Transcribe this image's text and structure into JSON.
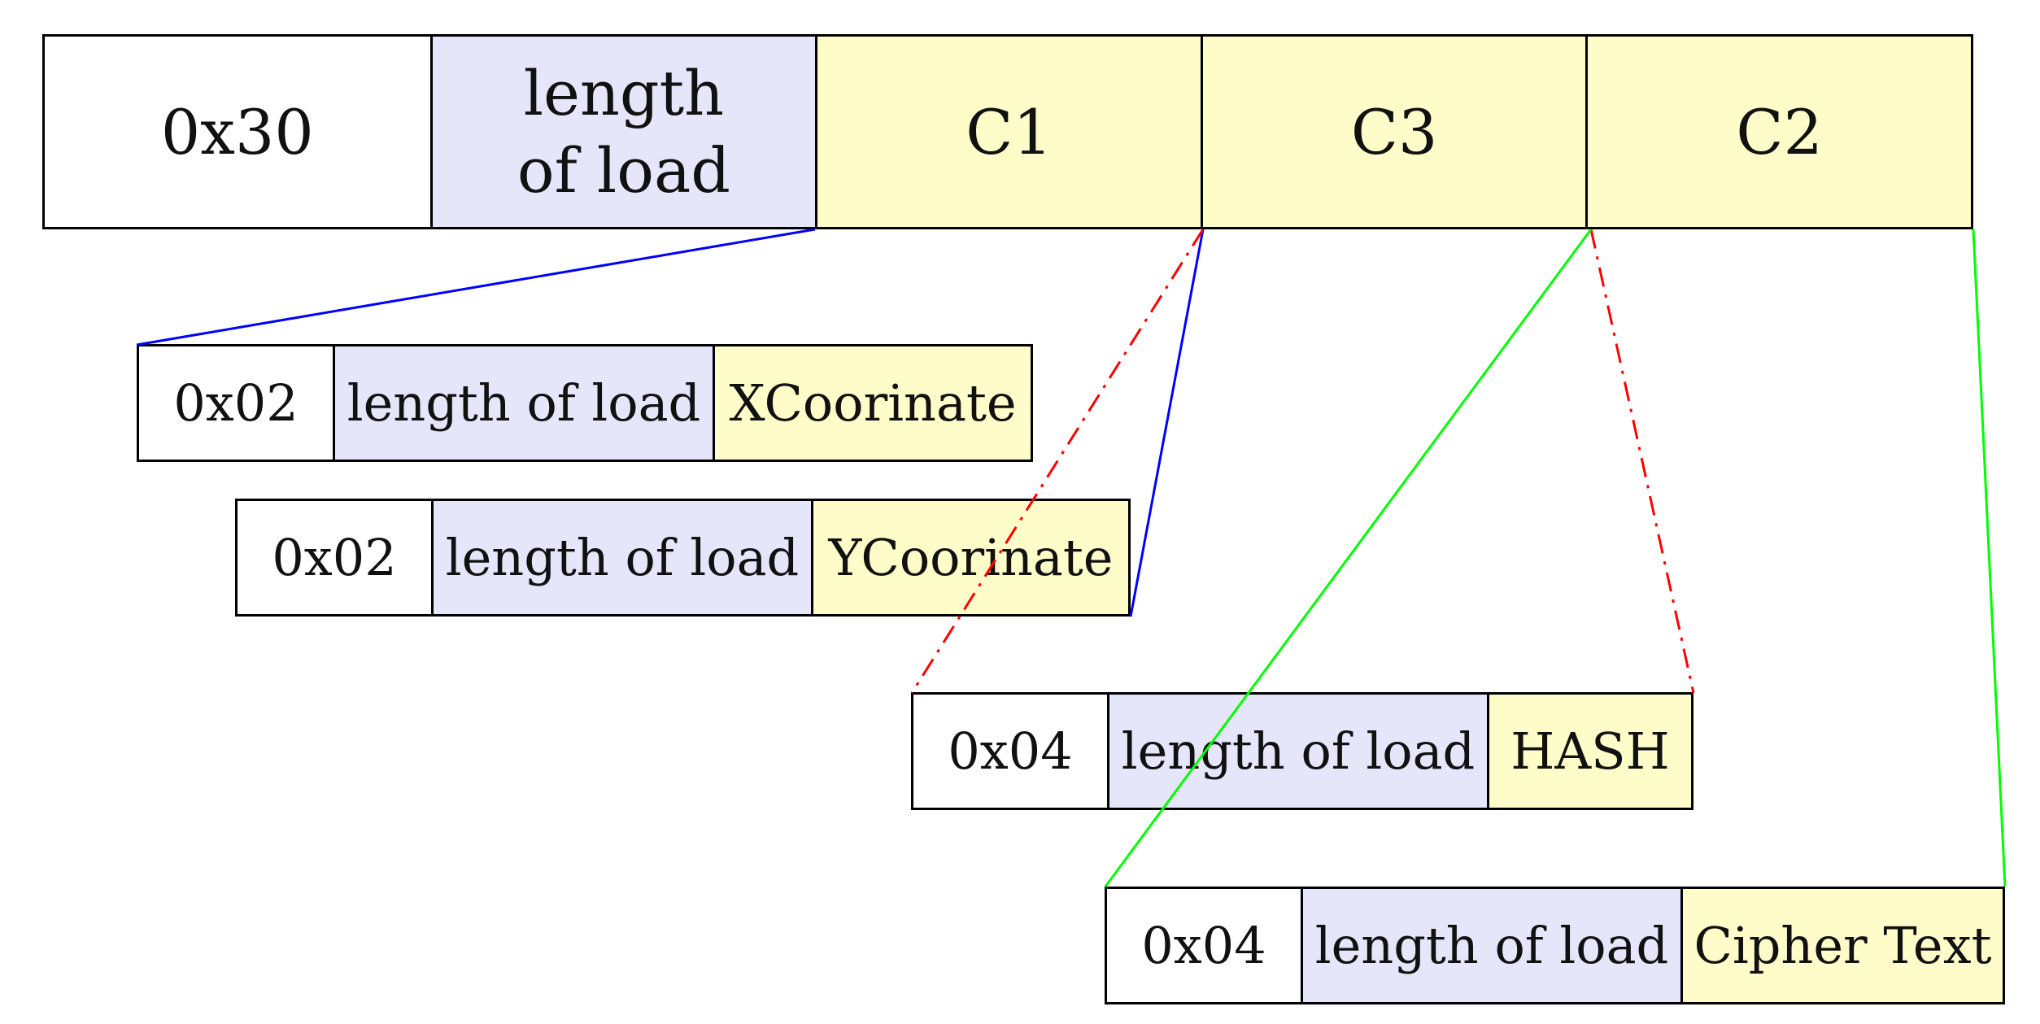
{
  "diagram": {
    "top": [
      "0x30",
      "length\nof load",
      "C1",
      "C3",
      "C2"
    ],
    "x_coord": [
      "0x02",
      "length of load",
      "XCoorinate"
    ],
    "y_coord": [
      "0x02",
      "length of load",
      "YCoorinate"
    ],
    "hash": [
      "0x04",
      "length of load",
      "HASH"
    ],
    "cipher": [
      "0x04",
      "length of load",
      "Cipher Text"
    ]
  },
  "colors": {
    "white": "#ffffff",
    "lavender": "#e6e6fa",
    "yellow": "#fefcc8",
    "c1_link": "#0000ff",
    "c3_link": "#ff0000",
    "c2_link": "#00ff00"
  }
}
